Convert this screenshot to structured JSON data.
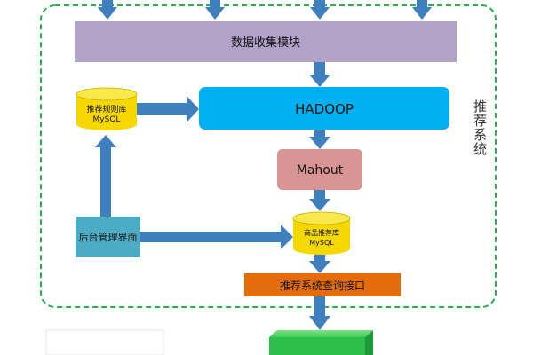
{
  "colors": {
    "boundary": "#22b14c",
    "arrow": "#3e7fbd",
    "collect_module": "#b3a2c7",
    "hadoop": "#00b0f0",
    "mahout": "#d99594",
    "admin": "#4bacc6",
    "query": "#e46c0a",
    "db_body": "#f5d800",
    "output_block": "#2dbf4a"
  },
  "nodes": {
    "collect": "数据收集模块",
    "hadoop": "HADOOP",
    "mahout": "Mahout",
    "admin": "后台管理界面",
    "query": "推荐系统查询接口",
    "rule_db": {
      "line1": "推荐规则库",
      "line2": "MySQL"
    },
    "product_db": {
      "line1": "商品推荐库",
      "line2": "MySQL"
    }
  },
  "boundary_label": "推荐系统"
}
